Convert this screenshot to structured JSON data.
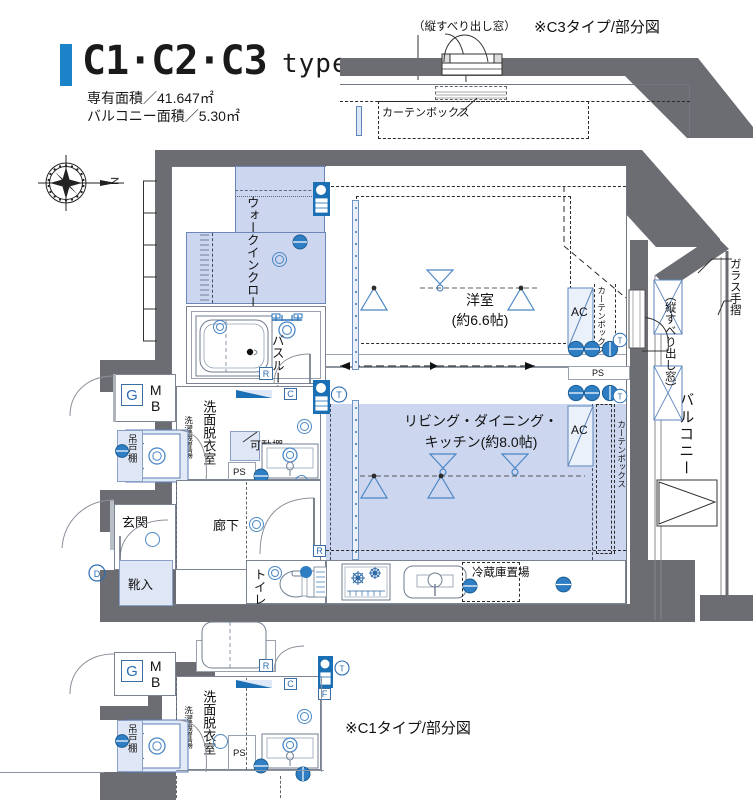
{
  "header": {
    "title_main": "C1·C2·C3",
    "title_type": "type",
    "area_private": "専有面積／41.647㎡",
    "area_balcony": "バルコニー面積／5.30㎡"
  },
  "notes": {
    "top_right": "※C3タイプ/部分図",
    "top_window": "（縦すべり出し窓）",
    "top_curtain_box": "カーテンボックス",
    "bottom_partial": "※C1タイプ/部分図",
    "compass_n": "N"
  },
  "rooms": {
    "walk_in_closet": "ウォークインクローゼット",
    "bath_room": "バスルーム",
    "western_room": "洋室",
    "western_room_size": "(約6.6帖)",
    "ldk": "リビング・ダイニング・",
    "ldk2": "キッチン(約8.0帖)",
    "washroom": "洗面脱衣室",
    "washer_space": "洗濯機置場",
    "entrance": "玄関",
    "corridor": "廊下",
    "toilet": "トイレ",
    "balcony": "バルコニー"
  },
  "fixtures": {
    "shoe_box": "靴入",
    "hanging_cabinet": "吊戸棚",
    "movable_shelf": "可動棚",
    "fridge_space": "冷蔵庫置場",
    "ps": "PS",
    "mb": "MB",
    "g": "G",
    "ac": "AC",
    "curtain_box_right": "カーテンボックス",
    "curtain_box_upper": "カーテンボックス",
    "glass_rail": "ガラス手摺",
    "slide_window": "（縦すべり出し窓）",
    "mark_r": "R",
    "mark_c": "C",
    "mark_t": "T",
    "mark_d": "D",
    "mark_f": "F"
  },
  "colors": {
    "accent": "#1b84c8",
    "wall": "#6b6d72",
    "room_fill_blue": "#ccd6ef",
    "line": "#7b8490"
  }
}
